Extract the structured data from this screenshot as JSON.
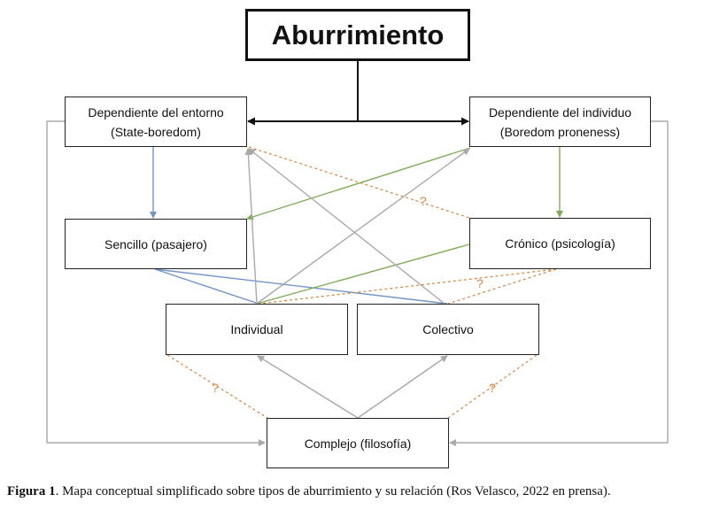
{
  "title": "Aburrimiento",
  "nodes": {
    "env": {
      "line1": "Dependiente del entorno",
      "line2": "(State-boredom)"
    },
    "ind": {
      "line1": "Dependiente del individuo",
      "line2": "(Boredom proneness)"
    },
    "simple": {
      "label": "Sencillo (pasajero)"
    },
    "chronic": {
      "label": "Crónico (psicología)"
    },
    "individual": {
      "label": "Individual"
    },
    "collective": {
      "label": "Colectivo"
    },
    "complex": {
      "label": "Complejo (filosofía)"
    }
  },
  "uncertain_marker": "?",
  "colors": {
    "blue": "#6f94c9",
    "green": "#7fac57",
    "gray": "#a9a9a9",
    "orange": "#d9823b",
    "black": "#111111"
  },
  "caption": {
    "label": "Figura 1",
    "text": ". Mapa conceptual simplificado sobre tipos de aburrimiento y su relación (Ros Velasco, 2022 en prensa)."
  }
}
